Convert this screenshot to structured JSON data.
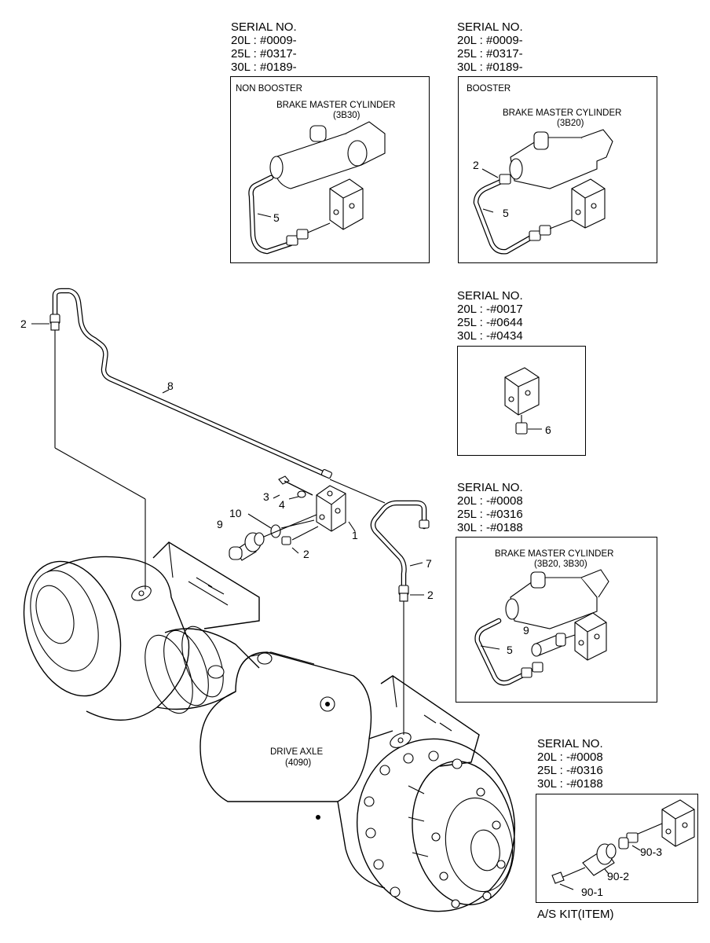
{
  "panels": {
    "non_booster": {
      "serial_lines": [
        "SERIAL NO.",
        "20L : #0009-",
        "25L : #0317-",
        "30L : #0189-"
      ],
      "heading": "NON BOOSTER",
      "component": "BRAKE MASTER CYLINDER",
      "component_code": "(3B30)",
      "callouts": [
        "5"
      ]
    },
    "booster": {
      "serial_lines": [
        "SERIAL NO.",
        "20L : #0009-",
        "25L : #0317-",
        "30L : #0189-"
      ],
      "heading": "BOOSTER",
      "component": "BRAKE MASTER CYLINDER",
      "component_code": "(3B20)",
      "callouts": [
        "2",
        "5"
      ]
    },
    "item6": {
      "serial_lines": [
        "SERIAL NO.",
        "20L : -#0017",
        "25L : -#0644",
        "30L : -#0434"
      ],
      "callouts": [
        "6"
      ]
    },
    "item9": {
      "serial_lines": [
        "SERIAL NO.",
        "20L : -#0008",
        "25L : -#0316",
        "30L : -#0188"
      ],
      "component": "BRAKE MASTER CYLINDER",
      "component_code": "(3B20, 3B30)",
      "callouts": [
        "9",
        "5"
      ]
    },
    "kit": {
      "serial_lines": [
        "SERIAL NO.",
        "20L : -#0008",
        "25L : -#0316",
        "30L : -#0188"
      ],
      "callouts": [
        "90-3",
        "90-2",
        "90-1"
      ],
      "caption": "A/S KIT(ITEM)"
    }
  },
  "main": {
    "callouts": {
      "c1": "1",
      "c2a": "2",
      "c2b": "2",
      "c2c": "2",
      "c3": "3",
      "c4": "4",
      "c7": "7",
      "c8": "8",
      "c9": "9",
      "c10": "10"
    },
    "axle_label": "DRIVE AXLE",
    "axle_code": "(4090)"
  }
}
